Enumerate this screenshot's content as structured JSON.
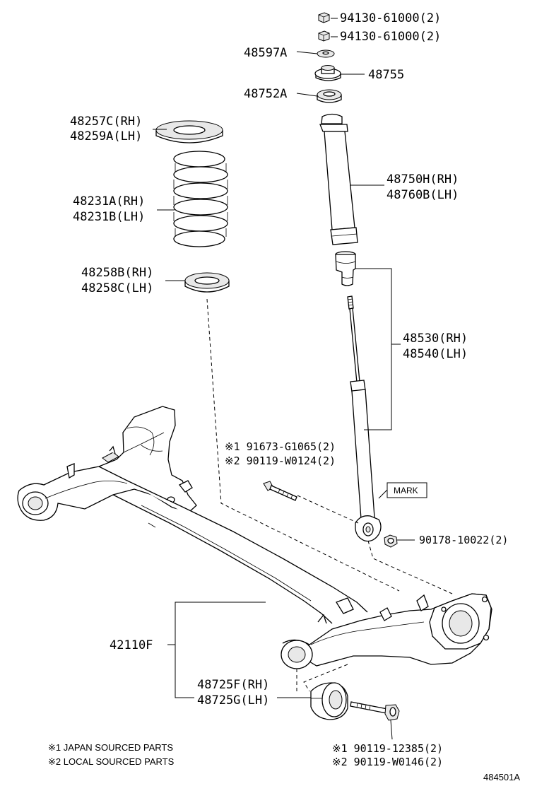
{
  "diagram_id": "484501A",
  "labels": {
    "nut_top_1": "94130-61000(2)",
    "nut_top_2": "94130-61000(2)",
    "washer": "48597A",
    "support": "48755",
    "bearing": "48752A",
    "upper_seat_rh": "48257C(RH)",
    "upper_seat_lh": "48259A(LH)",
    "spring_rh": "48231A(RH)",
    "spring_lh": "48231B(LH)",
    "lower_seat_rh": "48258B(RH)",
    "lower_seat_lh": "48258C(LH)",
    "boot_rh": "48750H(RH)",
    "boot_lh": "48760B(LH)",
    "absorber_rh": "48530(RH)",
    "absorber_lh": "48540(LH)",
    "bolt_japan": "※1 91673-G1065(2)",
    "bolt_local": "※2 90119-W0124(2)",
    "mark": "MARK",
    "nut_lower": "90178-10022(2)",
    "axle_beam": "42110F",
    "bushing_rh": "48725F(RH)",
    "bushing_lh": "48725G(LH)",
    "bushing_bolt_japan": "※1 90119-12385(2)",
    "bushing_bolt_local": "※2 90119-W0146(2)"
  },
  "notes": {
    "japan": "※1 JAPAN SOURCED PARTS",
    "local": "※2 LOCAL SOURCED PARTS"
  }
}
